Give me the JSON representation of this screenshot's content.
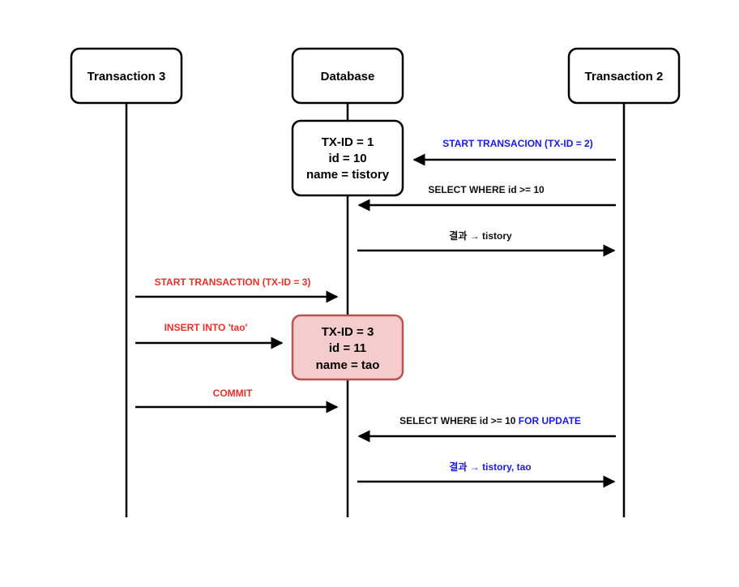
{
  "colors": {
    "red": "#e8302a",
    "blue": "#1a1adf",
    "black": "#111111",
    "note_fill": "#f5cccc",
    "note_stroke": "#b85450"
  },
  "lifelines": [
    {
      "id": "tx3",
      "label": "Transaction 3"
    },
    {
      "id": "db",
      "label": "Database"
    },
    {
      "id": "tx2",
      "label": "Transaction 2"
    }
  ],
  "notes": [
    {
      "id": "row1",
      "lines": [
        "TX-ID = 1",
        "id = 10",
        "name = tistory"
      ],
      "style": "plain"
    },
    {
      "id": "row2",
      "lines": [
        "TX-ID = 3",
        "id = 11",
        "name = tao"
      ],
      "style": "highlight"
    }
  ],
  "messages": [
    {
      "id": "m1",
      "from": "tx2",
      "to": "row1",
      "segments": [
        {
          "text": "START TRANSACION (TX-ID = 2)",
          "color": "blue"
        }
      ]
    },
    {
      "id": "m2",
      "from": "tx2",
      "to": "db",
      "segments": [
        {
          "text": "SELECT WHERE id >= 10",
          "color": "black"
        }
      ]
    },
    {
      "id": "m3",
      "from": "db",
      "to": "tx2",
      "segments": [
        {
          "text": "결과 → tistory",
          "color": "black"
        }
      ]
    },
    {
      "id": "m4",
      "from": "tx3",
      "to": "db",
      "segments": [
        {
          "text": "START TRANSACTION (TX-ID = 3)",
          "color": "red"
        }
      ]
    },
    {
      "id": "m5",
      "from": "tx3",
      "to": "row2",
      "segments": [
        {
          "text": "INSERT INTO 'tao'",
          "color": "red"
        }
      ]
    },
    {
      "id": "m6",
      "from": "tx3",
      "to": "db",
      "segments": [
        {
          "text": "COMMIT",
          "color": "red"
        }
      ]
    },
    {
      "id": "m7",
      "from": "tx2",
      "to": "db",
      "segments": [
        {
          "text": "SELECT WHERE id >= 10 ",
          "color": "black"
        },
        {
          "text": "FOR UPDATE",
          "color": "blue"
        }
      ]
    },
    {
      "id": "m8",
      "from": "db",
      "to": "tx2",
      "segments": [
        {
          "text": "결과 → tistory, tao",
          "color": "blue"
        }
      ]
    }
  ]
}
